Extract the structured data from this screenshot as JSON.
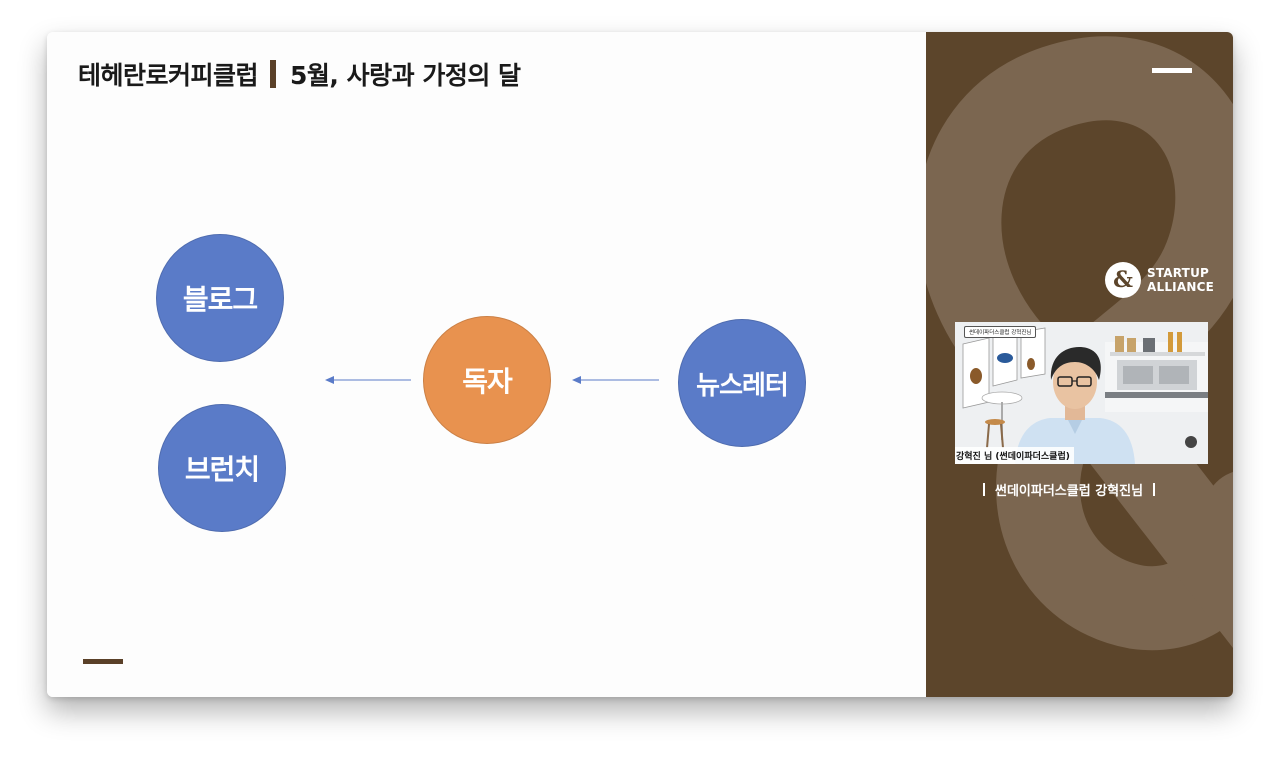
{
  "slide": {
    "title_left": "테헤란로커피클럽",
    "title_right": "5월, 사랑과 가정의 달"
  },
  "diagram": {
    "nodes": {
      "blog": "블로그",
      "brunch": "브런치",
      "reader": "독자",
      "newsletter": "뉴스레터"
    },
    "colors": {
      "blue": "#5a7bc8",
      "orange": "#e8924f",
      "arrow": "#5a7bc8"
    }
  },
  "sidebar": {
    "logo_mark": "&",
    "logo_line1": "STARTUP",
    "logo_line2": "ALLIANCE",
    "video_tag": "썬데이파더스클럽 강혁진님",
    "video_caption": "강혁진 님 (썬데이파더스클럽)",
    "speaker_label": "썬데이파더스클럽 강혁진님",
    "colors": {
      "background": "#5c452b",
      "accent": "#ffffff"
    }
  }
}
